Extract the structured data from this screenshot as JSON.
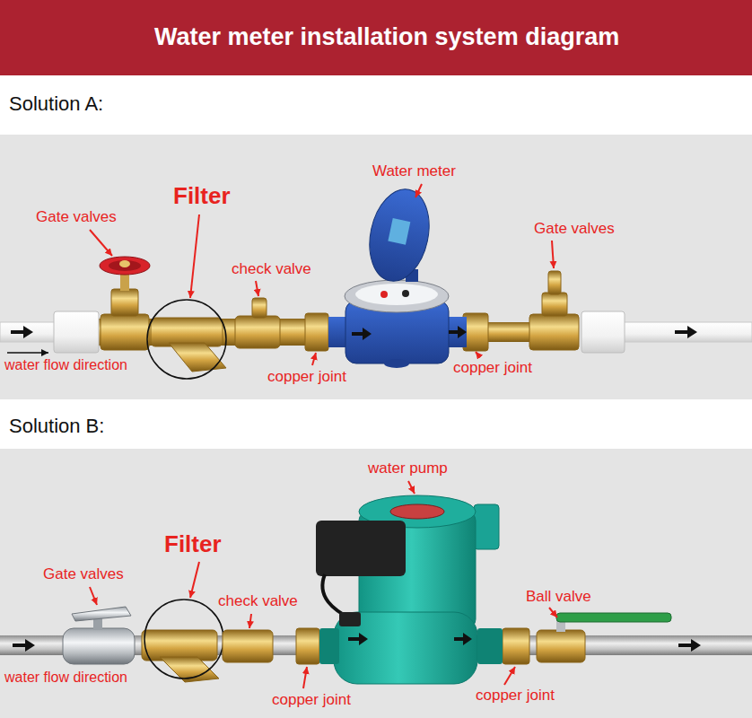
{
  "diagram": {
    "title": "Water meter installation system diagram",
    "labels": [
      "Solution A:",
      "Gate valves",
      "Filter",
      "check valve",
      "Water meter",
      "Gate valves",
      "water flow direction",
      "copper joint",
      "copper joint",
      "Solution B:",
      "water pump",
      "Filter",
      "Gate valves",
      "check valve",
      "Ball valve",
      "water flow direction",
      "copper joint",
      "copper joint"
    ]
  }
}
